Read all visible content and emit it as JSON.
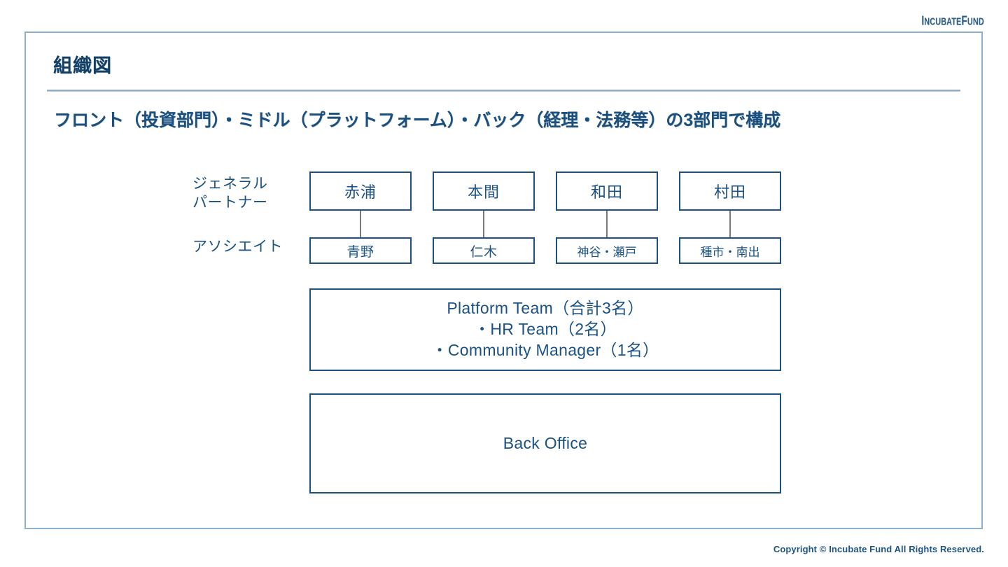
{
  "brand": {
    "logo_text": "IncubateFund",
    "logo_lead": "I",
    "logo_rest": "NCUBATE",
    "logo_lead2": "F",
    "logo_rest2": "UND"
  },
  "slide": {
    "title": "組織図",
    "subtitle": "フロント（投資部門）・ミドル（プラットフォーム）・バック（経理・法務等）の3部門で構成"
  },
  "org_chart": {
    "rows": [
      {
        "id": "general-partner",
        "label": "ジェネラル\nパートナー"
      },
      {
        "id": "associate",
        "label": "アソシエイト"
      }
    ],
    "general_partners": [
      {
        "name": "赤浦"
      },
      {
        "name": "本間"
      },
      {
        "name": "和田"
      },
      {
        "name": "村田"
      }
    ],
    "associates": [
      {
        "name": "青野"
      },
      {
        "name": "仁木"
      },
      {
        "name": "神谷・瀬戸"
      },
      {
        "name": "種市・南出"
      }
    ],
    "platform_box": {
      "lines": [
        "Platform Team（合計3名）",
        "・HR Team（2名）",
        "・Community Manager（1名）"
      ]
    },
    "back_office_box": {
      "label": "Back Office"
    }
  },
  "footer": {
    "copyright": "Copyright © Incubate Fund All Rights Reserved."
  },
  "colors": {
    "navy": "#1b5183",
    "title_navy": "#123f66",
    "frame_border": "#8fb0cb",
    "connector_gray": "#7b7b7b",
    "background": "#ffffff"
  }
}
